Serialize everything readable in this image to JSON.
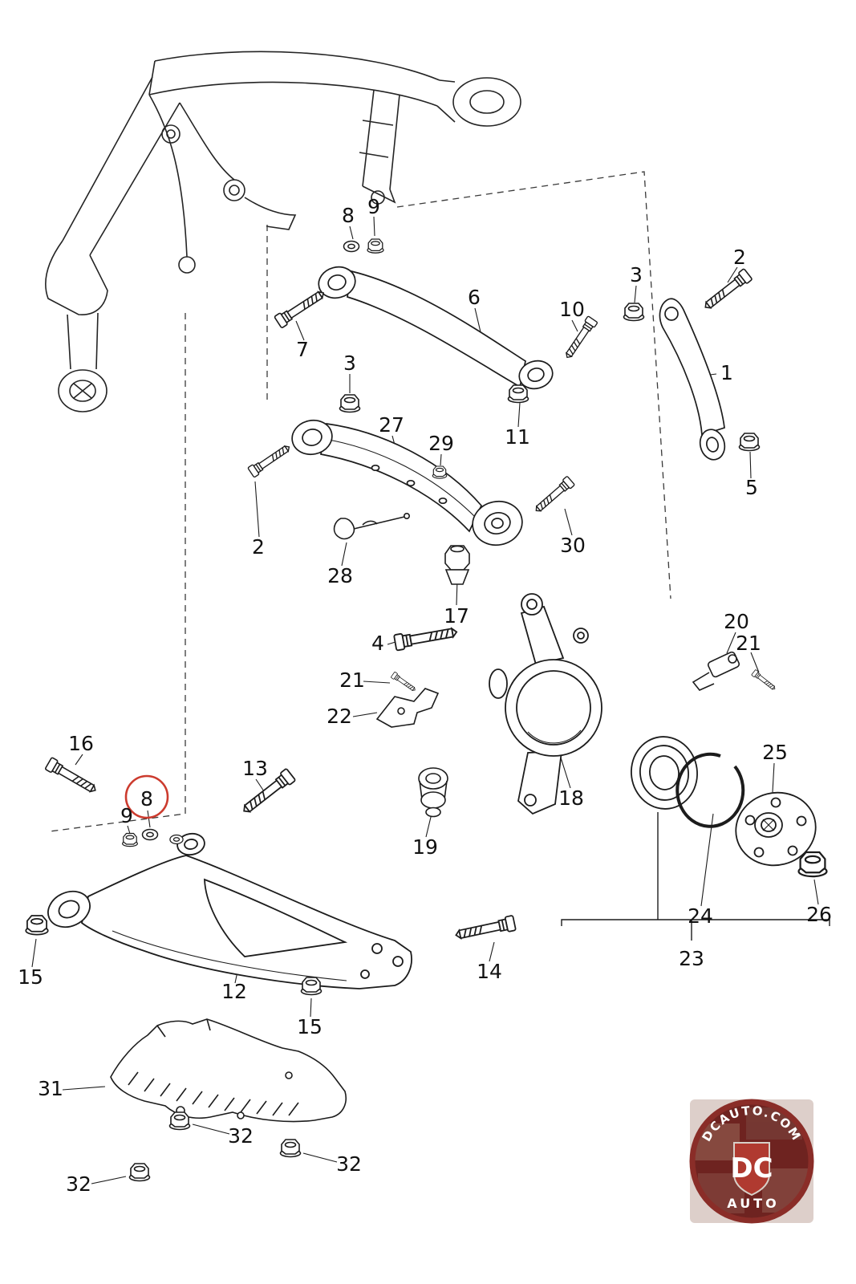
{
  "diagram": {
    "kind": "exploded-rear-suspension-parts-diagram",
    "line_color": "#1c1c1c",
    "highlight": {
      "circled_label": "8",
      "color": "#cc3b2e"
    }
  },
  "callouts": [
    {
      "label": "8"
    },
    {
      "label": "9"
    },
    {
      "label": "7"
    },
    {
      "label": "6"
    },
    {
      "label": "10"
    },
    {
      "label": "3"
    },
    {
      "label": "2"
    },
    {
      "label": "1"
    },
    {
      "label": "11"
    },
    {
      "label": "5"
    },
    {
      "label": "3"
    },
    {
      "label": "27"
    },
    {
      "label": "29"
    },
    {
      "label": "2"
    },
    {
      "label": "30"
    },
    {
      "label": "28"
    },
    {
      "label": "17"
    },
    {
      "label": "4"
    },
    {
      "label": "21"
    },
    {
      "label": "22"
    },
    {
      "label": "20"
    },
    {
      "label": "21"
    },
    {
      "label": "18"
    },
    {
      "label": "25"
    },
    {
      "label": "19"
    },
    {
      "label": "16"
    },
    {
      "label": "9"
    },
    {
      "label": "8"
    },
    {
      "label": "13"
    },
    {
      "label": "12"
    },
    {
      "label": "15"
    },
    {
      "label": "14"
    },
    {
      "label": "15"
    },
    {
      "label": "24"
    },
    {
      "label": "26"
    },
    {
      "label": "23"
    },
    {
      "label": "31"
    },
    {
      "label": "32"
    },
    {
      "label": "32"
    },
    {
      "label": "32"
    }
  ],
  "watermark": {
    "arc_text": "DCAUTO.COM",
    "monogram": "DC",
    "subtitle": "AUTO",
    "ring_color": "#8a2d28"
  }
}
